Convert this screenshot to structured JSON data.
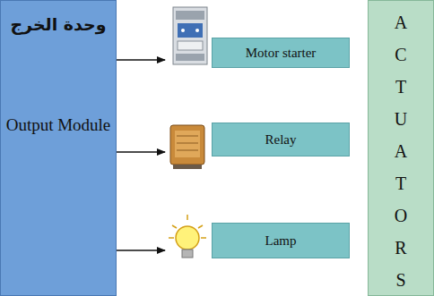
{
  "diagram": {
    "nodes": [
      {
        "text": [
          "وحدة الخرج",
          "Output Module"
        ]
      },
      {
        "text": [
          "Motor starter"
        ]
      },
      {
        "text": [
          "Relay"
        ]
      },
      {
        "text": [
          "Lamp"
        ]
      },
      {
        "text": [
          "ACTUATORS"
        ]
      }
    ],
    "edges": [
      {
        "from": 0,
        "to": 1,
        "arrow": "to"
      },
      {
        "from": 0,
        "to": 2,
        "arrow": "to"
      },
      {
        "from": 0,
        "to": 3,
        "arrow": "to"
      }
    ]
  }
}
